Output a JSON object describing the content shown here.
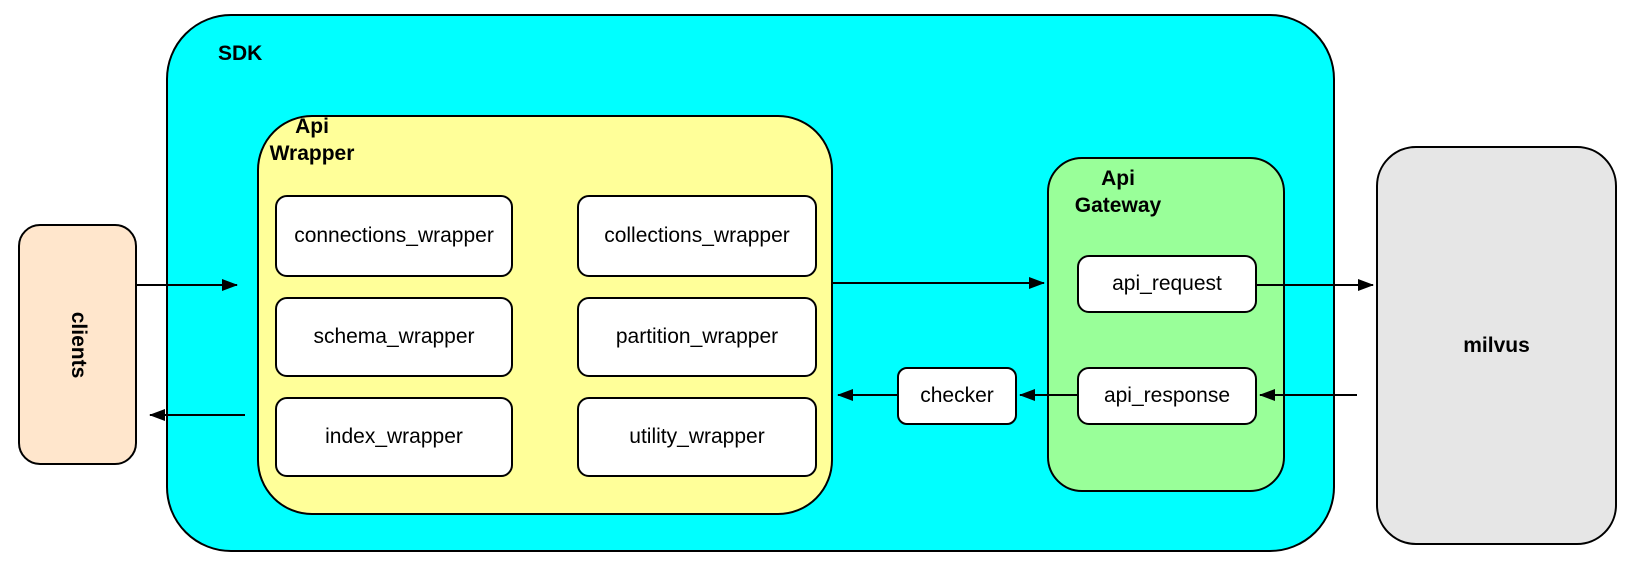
{
  "nodes": {
    "clients": {
      "label": "clients",
      "fill": "#FFE6CC"
    },
    "sdk": {
      "label": "SDK",
      "fill": "#00FFFF"
    },
    "api_wrapper": {
      "label_line1": "Api",
      "label_line2": "Wrapper",
      "fill": "#FFFF99",
      "boxes": [
        "connections_wrapper",
        "collections_wrapper",
        "schema_wrapper",
        "partition_wrapper",
        "index_wrapper",
        "utility_wrapper"
      ]
    },
    "checker": {
      "label": "checker",
      "fill": "#FFFFFF"
    },
    "api_gateway": {
      "label_line1": "Api",
      "label_line2": "Gateway",
      "fill": "#99FF99",
      "boxes": [
        "api_request",
        "api_response"
      ]
    },
    "milvus": {
      "label": "milvus",
      "fill": "#E6E6E6"
    }
  },
  "edges": [
    {
      "from": "clients",
      "to": "sdk"
    },
    {
      "from": "sdk",
      "to": "clients"
    },
    {
      "from": "api_wrapper",
      "to": "api_gateway"
    },
    {
      "from": "api_request",
      "to": "milvus"
    },
    {
      "from": "milvus",
      "to": "api_response"
    },
    {
      "from": "api_response",
      "to": "checker"
    },
    {
      "from": "checker",
      "to": "api_wrapper"
    }
  ],
  "colors": {
    "border": "#000000",
    "text": "#000000",
    "background": "#FFFFFF"
  }
}
